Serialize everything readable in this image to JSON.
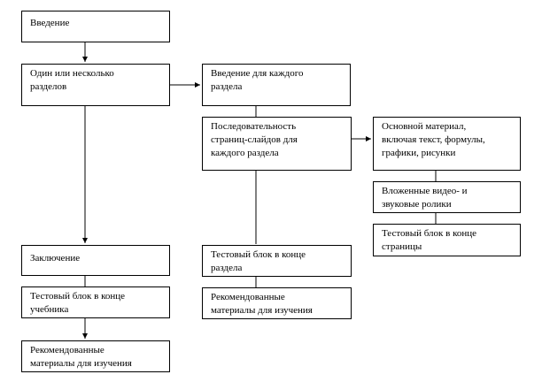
{
  "boxes": {
    "intro": "Введение",
    "sections": "Один или несколько\nразделов",
    "section_intro": "Введение для каждого\nраздела",
    "slide_sequence": "Последовательность\nстраниц-слайдов для\nкаждого раздела",
    "main_material": "Основной материал,\nвключая текст, формулы,\nграфики, рисунки",
    "embedded_media": "Вложенные видео- и\nзвуковые ролики",
    "page_test": "Тестовый блок в конце\nстраницы",
    "conclusion": "Заключение",
    "section_test": "Тестовый блок в конце\nраздела",
    "textbook_test": "Тестовый блок в конце\nучебника",
    "section_recommended": "Рекомендованные\nматериалы для изучения",
    "final_recommended": "Рекомендованные\nматериалы для изучения"
  },
  "colors": {
    "line": "#000000",
    "box_border": "#000000",
    "background": "#ffffff"
  }
}
